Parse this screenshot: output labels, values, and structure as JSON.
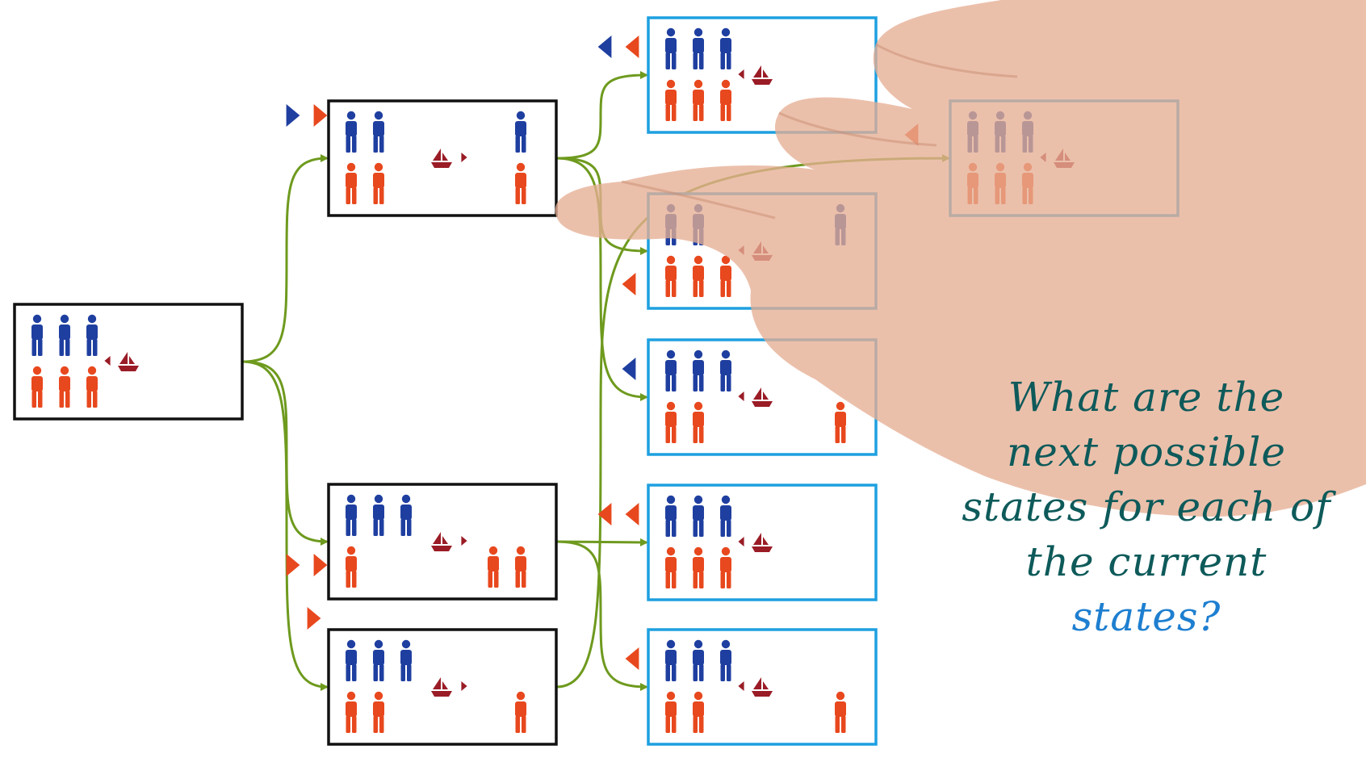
{
  "colors": {
    "missionary": "#1f3fa0",
    "cannibal": "#e8481e",
    "boat": "#9a1c26",
    "edge": "#6e9a1e",
    "state_border": "#111111",
    "next_state_border": "#1ea0e0",
    "text": "#0e5a5a",
    "text_last": "#1e7fd0"
  },
  "question": {
    "lines": [
      "What are the",
      "next possible",
      "states for each of",
      "the current",
      "states?"
    ]
  },
  "diagram": {
    "nodes": [
      {
        "id": "root",
        "kind": "current",
        "left_missionaries": 3,
        "left_cannibals": 3,
        "right_missionaries": 0,
        "right_cannibals": 0,
        "boat": "left",
        "boat_heading": "left",
        "move_marks": []
      },
      {
        "id": "s1",
        "kind": "current",
        "left_missionaries": 2,
        "left_cannibals": 2,
        "right_missionaries": 1,
        "right_cannibals": 1,
        "boat": "right",
        "boat_heading": "right",
        "move_marks": [
          "missionary-right",
          "cannibal-right"
        ]
      },
      {
        "id": "s2",
        "kind": "current",
        "left_missionaries": 3,
        "left_cannibals": 1,
        "right_missionaries": 0,
        "right_cannibals": 2,
        "boat": "right",
        "boat_heading": "right",
        "move_marks": [
          "cannibal-right",
          "cannibal-right"
        ]
      },
      {
        "id": "s3",
        "kind": "current",
        "left_missionaries": 3,
        "left_cannibals": 2,
        "right_missionaries": 0,
        "right_cannibals": 1,
        "boat": "right",
        "boat_heading": "right",
        "move_marks": [
          "cannibal-right"
        ]
      },
      {
        "id": "n1",
        "kind": "next",
        "left_missionaries": 3,
        "left_cannibals": 3,
        "right_missionaries": 0,
        "right_cannibals": 0,
        "boat": "left",
        "boat_heading": "left",
        "move_marks": [
          "missionary-left",
          "cannibal-left"
        ]
      },
      {
        "id": "n2",
        "kind": "next",
        "left_missionaries": 2,
        "left_cannibals": 3,
        "right_missionaries": 1,
        "right_cannibals": 0,
        "boat": "left",
        "boat_heading": "left",
        "move_marks": [
          "cannibal-left"
        ]
      },
      {
        "id": "n3",
        "kind": "next",
        "left_missionaries": 3,
        "left_cannibals": 2,
        "right_missionaries": 0,
        "right_cannibals": 1,
        "boat": "left",
        "boat_heading": "left",
        "move_marks": [
          "missionary-left"
        ]
      },
      {
        "id": "n4",
        "kind": "next",
        "left_missionaries": 3,
        "left_cannibals": 3,
        "right_missionaries": 0,
        "right_cannibals": 0,
        "boat": "left",
        "boat_heading": "left",
        "move_marks": [
          "cannibal-left",
          "cannibal-left"
        ]
      },
      {
        "id": "n5",
        "kind": "next",
        "left_missionaries": 3,
        "left_cannibals": 2,
        "right_missionaries": 0,
        "right_cannibals": 1,
        "boat": "left",
        "boat_heading": "left",
        "move_marks": [
          "cannibal-left"
        ]
      },
      {
        "id": "n6",
        "kind": "next",
        "left_missionaries": 3,
        "left_cannibals": 3,
        "right_missionaries": 0,
        "right_cannibals": 0,
        "boat": "left",
        "boat_heading": "left",
        "move_marks": [
          "cannibal-left"
        ]
      }
    ],
    "edges": [
      {
        "from": "root",
        "to": "s1"
      },
      {
        "from": "root",
        "to": "s2"
      },
      {
        "from": "root",
        "to": "s3"
      },
      {
        "from": "s1",
        "to": "n1"
      },
      {
        "from": "s1",
        "to": "n2"
      },
      {
        "from": "s1",
        "to": "n3"
      },
      {
        "from": "s2",
        "to": "n4"
      },
      {
        "from": "s2",
        "to": "n5"
      },
      {
        "from": "s3",
        "to": "n6"
      }
    ]
  }
}
